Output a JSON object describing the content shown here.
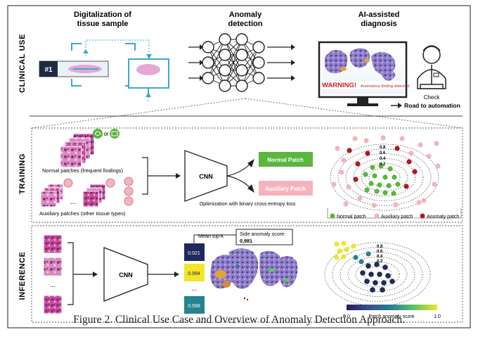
{
  "caption": "Figure 2.  Clinical Use Case and Overview of Anomaly Detection Approach.",
  "rows": {
    "clinical_use": "CLINICAL USE",
    "training": "TRAINING",
    "inference": "INFERENCE"
  },
  "clinical": {
    "digitalization_line1": "Digitalization of",
    "digitalization_line2": "tissue sample",
    "anomaly_line1": "Anomaly",
    "anomaly_line2": "detection",
    "ai_line1": "AI-assisted",
    "ai_line2": "diagnosis",
    "slide_label": "#1",
    "warning_strong": "WARNING!",
    "warning_detail": "Anomalous finding detected.",
    "check_label": "Check",
    "road_label": "Road to automation"
  },
  "training": {
    "or_label": "or",
    "normal_patches_label": "Normal patches (frequent findings)",
    "auxiliary_patches_label": "Auxiliary patches (other tissue types)",
    "ellipsis": "...",
    "cnn_label": "CNN",
    "normal_patch_box": "Normal Patch",
    "auxiliary_patch_box": "Auxiliary Patch",
    "optimization_label": "Optimization with binary cross-entropy loss",
    "radii_labels": [
      "0.8",
      "0.6",
      "0.4",
      "0.2"
    ],
    "legend": {
      "normal": "Normal patch",
      "auxiliary": "Auxiliary patch",
      "anomaly": "Anomaly patch"
    }
  },
  "inference": {
    "cnn_label": "CNN",
    "ellipsis": "...",
    "mean_topk_label": "Mean top-k",
    "side_score_label": "Side anomaly score:",
    "side_score_value": "0,981",
    "scores": [
      "0.021",
      "0.994",
      "...",
      "0.568"
    ],
    "radii_labels": [
      "0.8",
      "0.6",
      "0.4",
      "0.2"
    ],
    "colorbar_min": "0.0",
    "colorbar_title": "Patch anomaly score",
    "colorbar_max": "1.0"
  },
  "colors": {
    "normal_green": "#5bb53f",
    "auxiliary_pink": "#f4b4bd",
    "anomaly_red": "#b3161d",
    "warning_red": "#d21f26",
    "cyan": "#3aa9cf",
    "tissue_pink": "#e6a7d6",
    "navy": "#1f2a5c"
  }
}
